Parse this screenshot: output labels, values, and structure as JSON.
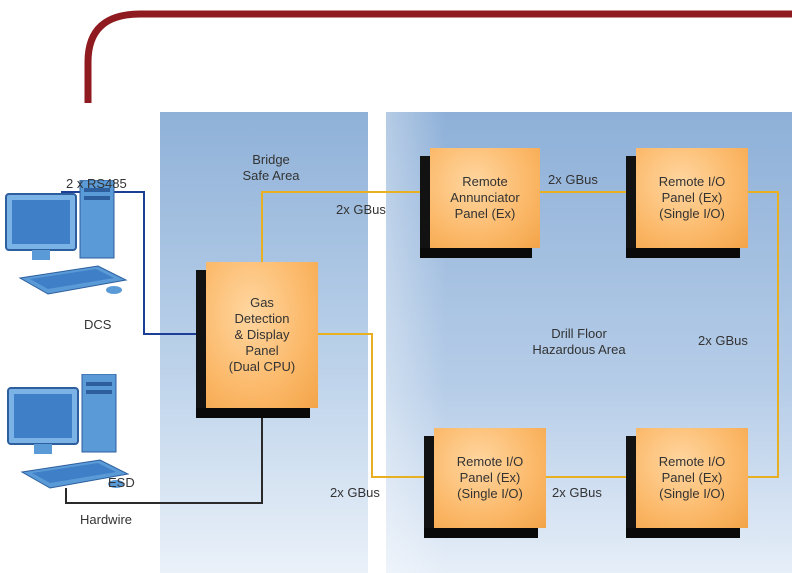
{
  "zones": {
    "bridge": "Bridge\nSafe Area",
    "drill_floor": "Drill Floor\nHazardous Area"
  },
  "panels": {
    "gas_detection": "Gas\nDetection\n& Display\nPanel\n(Dual CPU)",
    "remote_annunciator": "Remote\nAnnunciator\nPanel (Ex)",
    "remote_io_top_right": "Remote I/O\nPanel (Ex)\n(Single I/O)",
    "remote_io_bottom_mid": "Remote I/O\nPanel (Ex)\n(Single I/O)",
    "remote_io_bottom_right": "Remote I/O\nPanel (Ex)\n(Single I/O)"
  },
  "computers": {
    "dcs": "DCS",
    "esd": "ESD"
  },
  "links": {
    "rs485": "2 x RS485",
    "gbus_to_annunciator": "2x GBus",
    "gbus_top": "2x GBus",
    "gbus_right": "2x GBus",
    "gbus_to_bottom_mid": "2x GBus",
    "gbus_bottom": "2x GBus",
    "hardwire": "Hardwire"
  },
  "colors": {
    "frame": "#8f1a1f",
    "bus_line": "#e8b020",
    "rs485_line": "#1c3f95",
    "hardwire_line": "#2a2a2a",
    "panel_face": "#fbb868",
    "zone_blue": "#9fbde0"
  }
}
